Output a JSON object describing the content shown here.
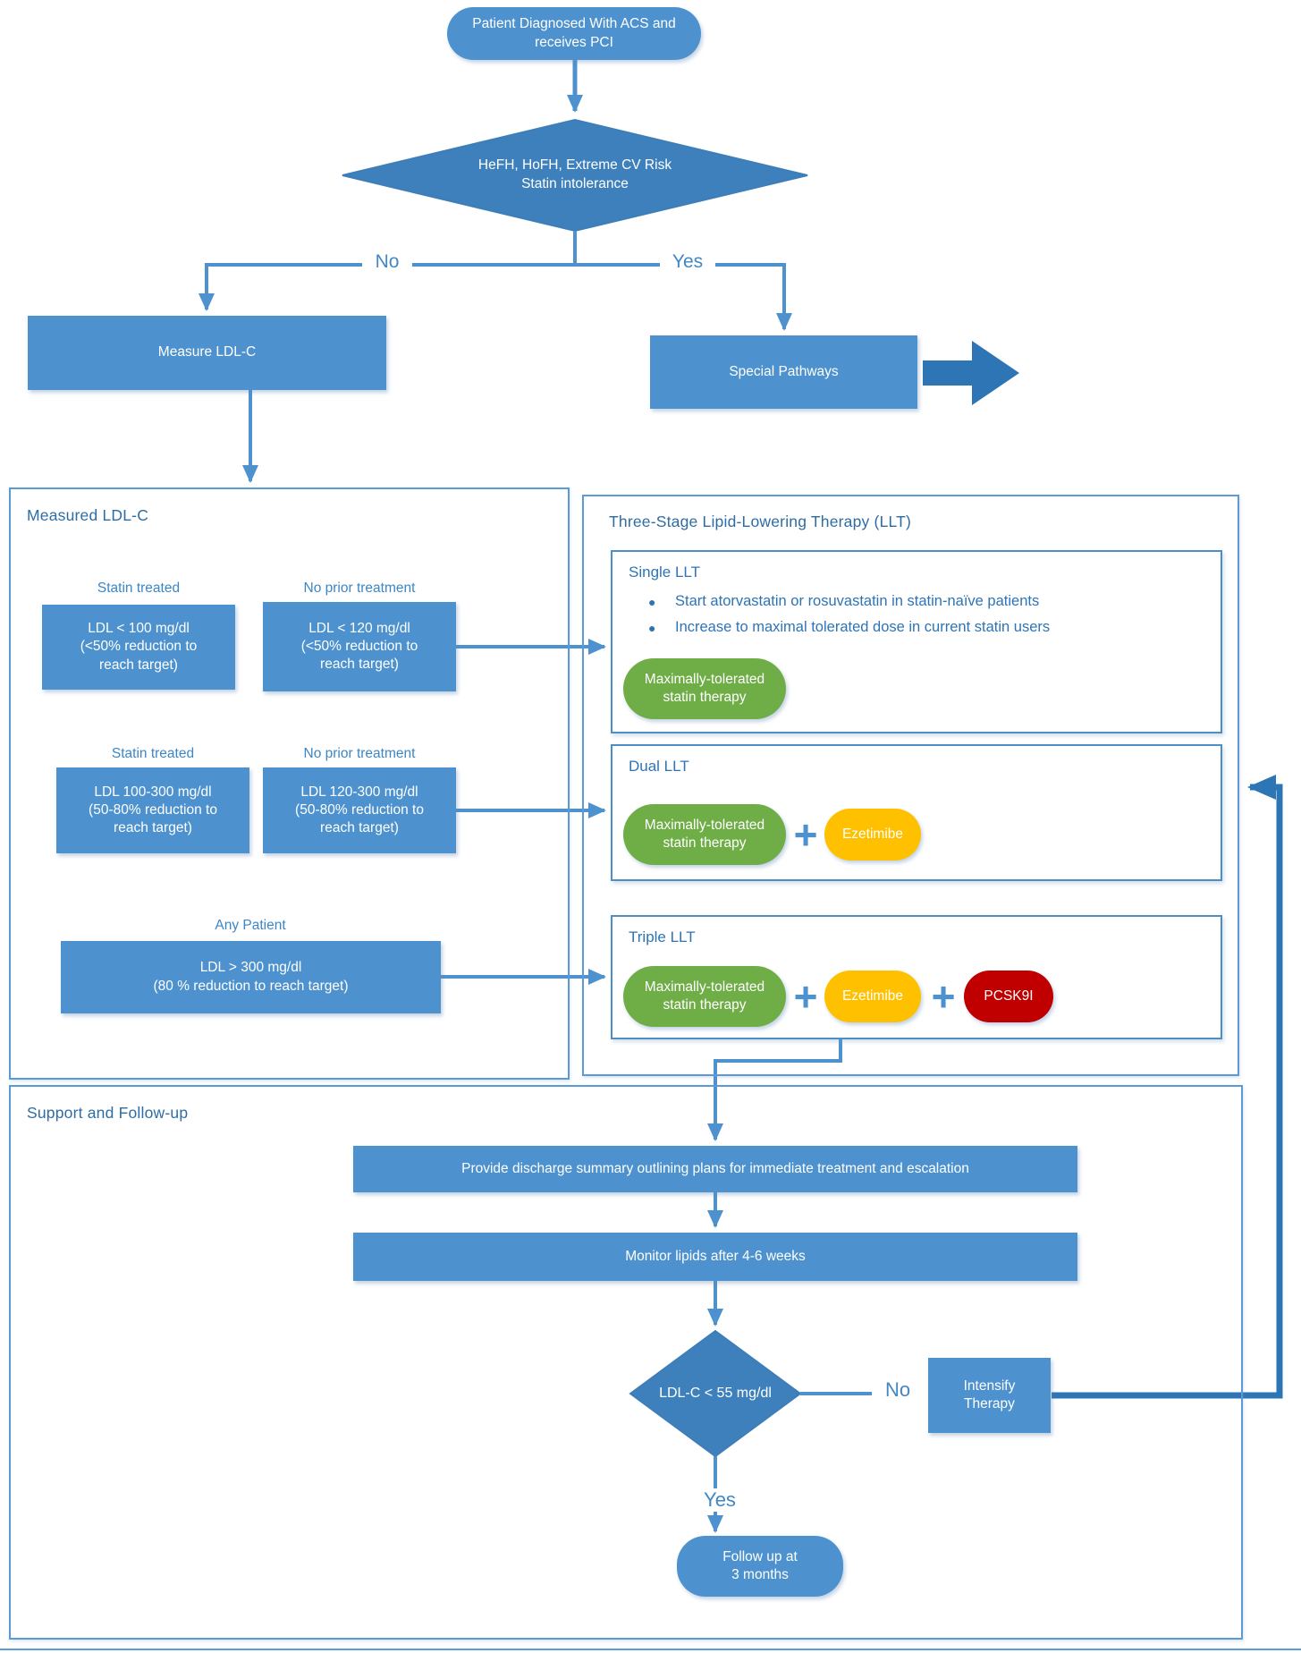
{
  "colors": {
    "node_blue": "#4D92CE",
    "diamond_blue": "#3E80BC",
    "dark_blue_accent": "#2E75B6",
    "connector_blue": "#4D92CE",
    "panel_border_blue": "#5B9BD5",
    "title_text_blue": "#2E6DA4",
    "label_text_blue": "#3C86C6",
    "statin_green": "#6FAD47",
    "ezetimibe_orange": "#FFC000",
    "pcsk9i_red": "#C00000"
  },
  "flow": {
    "start_label": "Patient Diagnosed With ACS and\nreceives PCI",
    "risk_decision_label": "HeFH, HoFH, Extreme CV Risk\nStatin intolerance",
    "no_label": "No",
    "yes_label": "Yes",
    "measure_ldl_label": "Measure LDL-C",
    "special_pathways_label": "Special Pathways"
  },
  "measured_panel": {
    "title": "Measured LDL-C",
    "row1": {
      "col1_header": "Statin treated",
      "col1_box": "LDL < 100 mg/dl\n(<50% reduction to\nreach target)",
      "col2_header": "No prior treatment",
      "col2_box": "LDL < 120 mg/dl\n(<50% reduction to\nreach target)"
    },
    "row2": {
      "col1_header": "Statin treated",
      "col1_box": "LDL 100-300 mg/dl\n(50-80% reduction to\nreach target)",
      "col2_header": "No prior treatment",
      "col2_box": "LDL 120-300 mg/dl\n(50-80% reduction to\nreach target)"
    },
    "row3": {
      "header": "Any Patient",
      "box": "LDL > 300 mg/dl\n(80 % reduction to reach target)"
    }
  },
  "llt_panel": {
    "title": "Three-Stage Lipid-Lowering Therapy (LLT)",
    "bullet_glyph": "●",
    "plus_glyph": "+",
    "single": {
      "title": "Single LLT",
      "bullets": [
        "Start atorvastatin or rosuvastatin in statin-naïve patients",
        "Increase to maximal tolerated dose in current statin users"
      ],
      "statin_pill": "Maximally-tolerated\nstatin therapy"
    },
    "dual": {
      "title": "Dual LLT",
      "statin_pill": "Maximally-tolerated\nstatin therapy",
      "ezetimibe_pill": "Ezetimibe"
    },
    "triple": {
      "title": "Triple LLT",
      "statin_pill": "Maximally-tolerated\nstatin therapy",
      "ezetimibe_pill": "Ezetimibe",
      "pcsk9i_pill": "PCSK9I"
    }
  },
  "support_panel": {
    "title": "Support and Follow-up",
    "discharge_label": "Provide discharge summary outlining plans for immediate treatment and escalation",
    "monitor_label": "Monitor lipids after 4-6 weeks",
    "ldl_decision_label": "LDL-C < 55 mg/dl",
    "no_label": "No",
    "yes_label": "Yes",
    "intensify_label": "Intensify\nTherapy",
    "followup_label": "Follow up at\n3 months"
  }
}
